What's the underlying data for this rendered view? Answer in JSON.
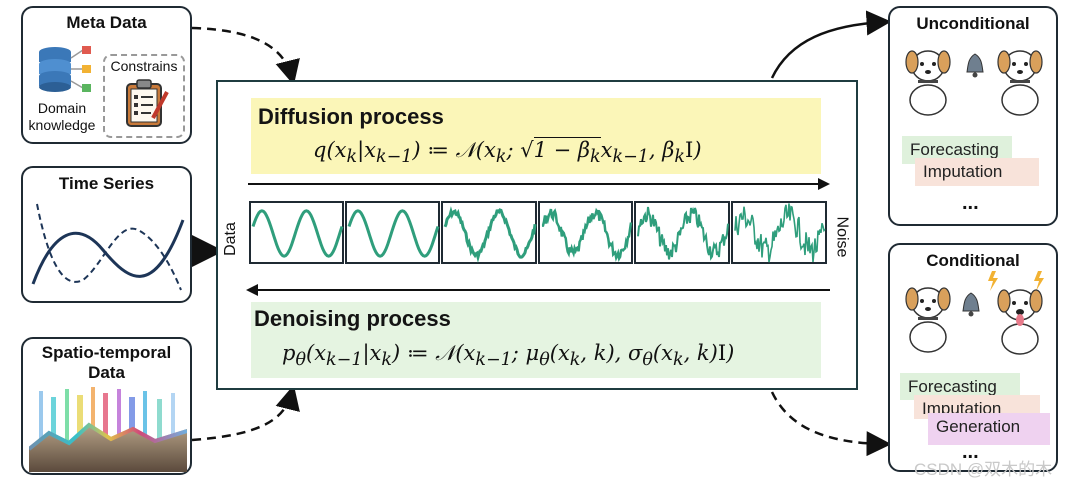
{
  "meta_data": {
    "title": "Meta Data",
    "domain_label_line1": "Domain",
    "domain_label_line2": "knowledge",
    "constrains_label": "Constrains"
  },
  "time_series": {
    "title": "Time Series"
  },
  "spatio": {
    "title_line1": "Spatio-temporal",
    "title_line2": "Data"
  },
  "diffusion": {
    "title": "Diffusion process",
    "equation": "q(x_k | x_{k−1}) ≔ 𝒩(x_k; √(1 − β_k) x_{k−1}, β_k I)",
    "left_label": "Data",
    "right_label": "Noise"
  },
  "denoising": {
    "title": "Denoising process",
    "equation": "p_θ(x_{k−1} | x_k) ≔ 𝒩(x_{k−1}; μ_θ(x_k, k), σ_θ(x_k, k) I)"
  },
  "unconditional": {
    "title": "Unconditional",
    "tags": [
      "Forecasting",
      "Imputation"
    ],
    "ellipsis": "..."
  },
  "conditional": {
    "title": "Conditional",
    "tags": [
      "Forecasting",
      "Imputation",
      "Generation"
    ],
    "ellipsis": "..."
  },
  "watermark": "CSDN @双木的木",
  "colors": {
    "diffusion_band": "#fbf6b8",
    "denoising_band": "#e5f4e1",
    "wave": "#2f9e7c",
    "forecasting_tag": "#dff1dc",
    "imputation_tag": "#f8e3da",
    "generation_tag": "#efd2f0"
  }
}
